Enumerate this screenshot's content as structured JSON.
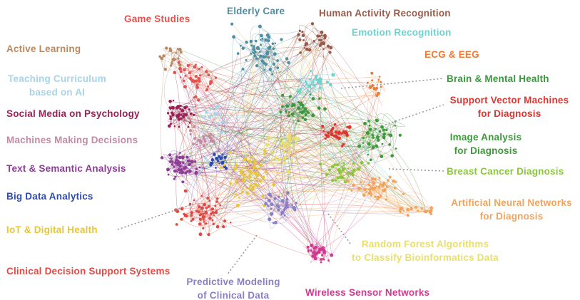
{
  "clusters": [
    {
      "key": "game",
      "label": "Game Studies",
      "color": "#e2534f"
    },
    {
      "key": "elderly",
      "label": "Elderly Care",
      "color": "#4e8fa3"
    },
    {
      "key": "har",
      "label": "Human Activity Recognition",
      "color": "#9a5a4a"
    },
    {
      "key": "emotion",
      "label": "Emotion Recognition",
      "color": "#6cd3d0"
    },
    {
      "key": "active",
      "label": "Active Learning",
      "color": "#b88a64"
    },
    {
      "key": "ecg",
      "label": "ECG & EEG",
      "color": "#ef7a35"
    },
    {
      "key": "brain",
      "label": "Brain & Mental Health",
      "color": "#3e9640"
    },
    {
      "key": "teaching",
      "label": "Teaching Curriculum\nbased on AI",
      "color": "#a9d3e8"
    },
    {
      "key": "svm",
      "label": "Support Vector Machines\nfor Diagnosis",
      "color": "#e0342f"
    },
    {
      "key": "social",
      "label": "Social Media on Psychology",
      "color": "#9c1f55"
    },
    {
      "key": "image",
      "label": "Image Analysis\nfor Diagnosis",
      "color": "#3e9a3a"
    },
    {
      "key": "machines",
      "label": "Machines Making Decisions",
      "color": "#c38aa4"
    },
    {
      "key": "text",
      "label": "Text & Semantic Analysis",
      "color": "#8e3c97"
    },
    {
      "key": "breast",
      "label": "Breast Cancer Diagnosis",
      "color": "#8cc63f"
    },
    {
      "key": "bigdata",
      "label": "Big Data Analytics",
      "color": "#2d4bb0"
    },
    {
      "key": "ann",
      "label": "Artificial Neural Networks\nfor Diagnosis",
      "color": "#f2a35e"
    },
    {
      "key": "iot",
      "label": "IoT & Digital Health",
      "color": "#e7c638"
    },
    {
      "key": "rf",
      "label": "Random Forest Algorithms\nto Classify Bioinformatics Data",
      "color": "#e9df6a"
    },
    {
      "key": "cdss",
      "label": "Clinical Decision Support Systems",
      "color": "#e04a45"
    },
    {
      "key": "predictive",
      "label": "Predictive Modeling\nof Clinical Data",
      "color": "#8b7fc9"
    },
    {
      "key": "wsn",
      "label": "Wireless Sensor Networks",
      "color": "#d13a8e"
    }
  ]
}
